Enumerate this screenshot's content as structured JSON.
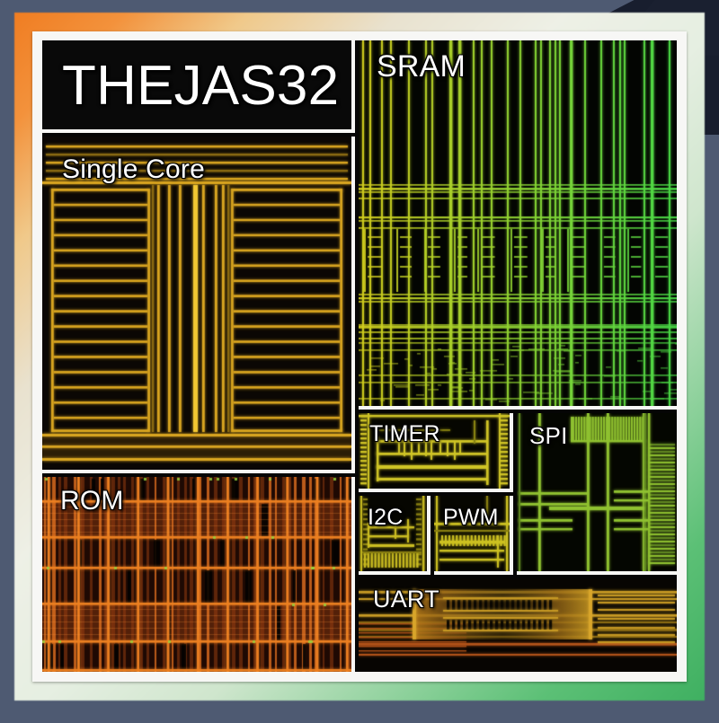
{
  "figure": {
    "kind": "chip-floorplan-die-shot",
    "title": "THEJAS32",
    "background_color": "#4e5a72",
    "frame_color": "#f7f7f5",
    "glow_start_color": "#f07d22",
    "glow_end_color": "#3fb061"
  },
  "blocks": {
    "title": {
      "label": "THEJAS32"
    },
    "core": {
      "label": "Single Core",
      "accent": "#d9a520"
    },
    "rom": {
      "label": "ROM",
      "accent": "#d2591b"
    },
    "sram": {
      "label": "SRAM",
      "accent": "#64c23a"
    },
    "timer": {
      "label": "TIMER",
      "accent": "#c8c422"
    },
    "i2c": {
      "label": "I2C",
      "accent": "#c8b61e"
    },
    "pwm": {
      "label": "PWM",
      "accent": "#cbbf20"
    },
    "spi": {
      "label": "SPI",
      "accent": "#8fc130"
    },
    "uart": {
      "label": "UART",
      "accent": "#c79a24"
    }
  }
}
